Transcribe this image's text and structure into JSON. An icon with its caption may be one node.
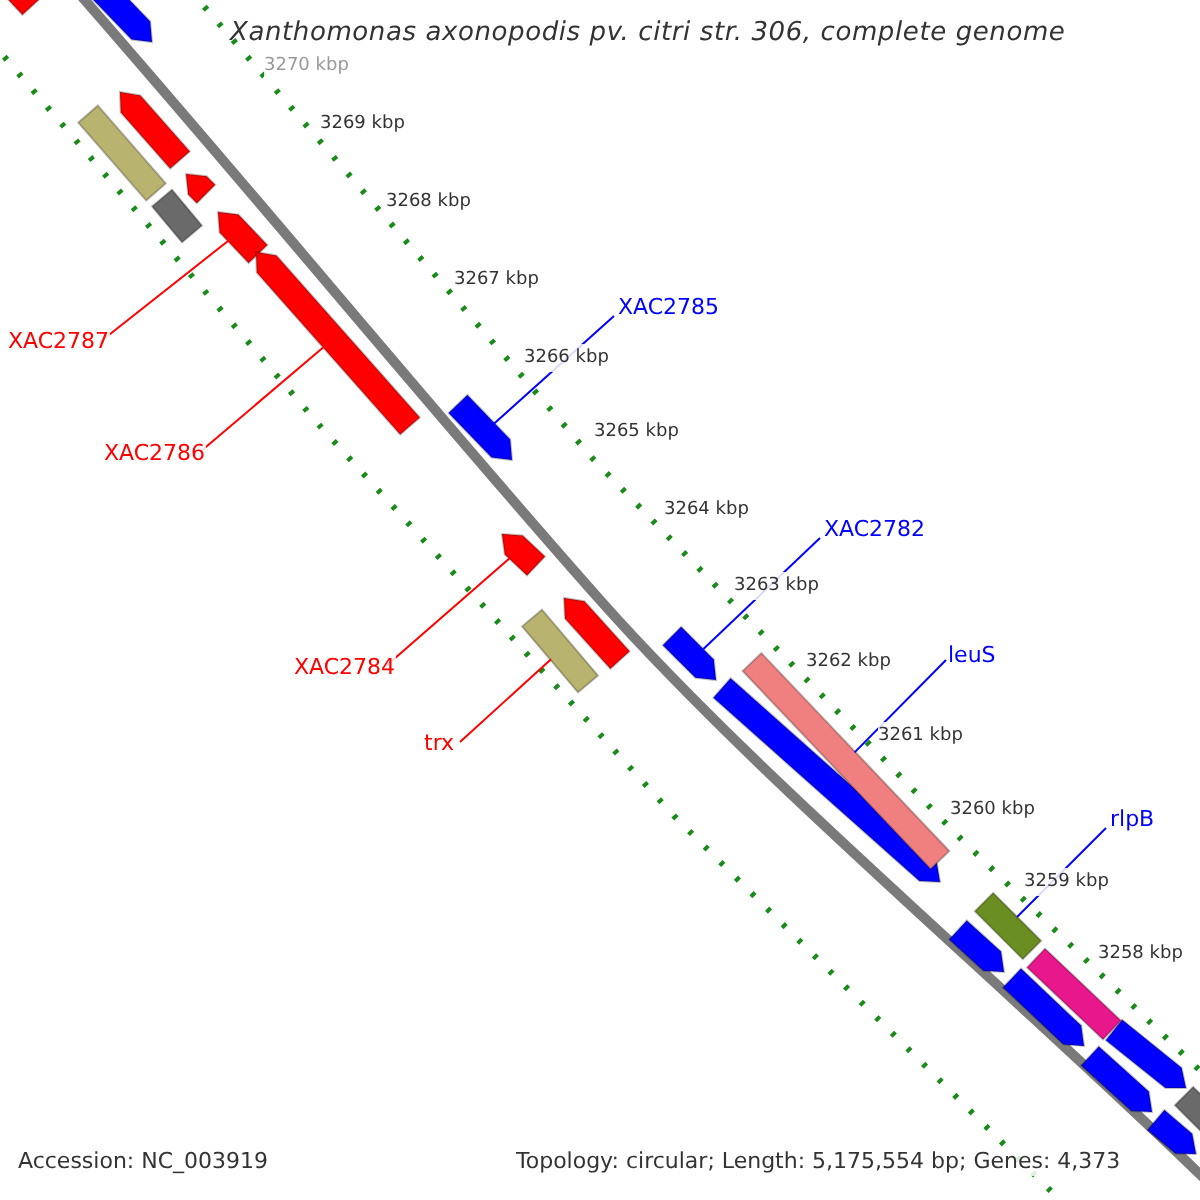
{
  "diagram": {
    "title": "Xanthomonas axonopodis pv. citri str. 306, complete genome",
    "nodes": [
      {
        "text": [],
        "shape": "pentagon"
      },
      {
        "text": [],
        "shape": "pentagon"
      },
      {
        "text": [],
        "shape": "pentagon"
      },
      {
        "text": [],
        "shape": "bar"
      },
      {
        "text": [],
        "shape": "pentagon"
      },
      {
        "text": [],
        "shape": "bar"
      },
      {
        "text": [],
        "shape": "pentagon"
      },
      {
        "text": [],
        "shape": "pentagon"
      },
      {
        "text": [],
        "shape": "pentagon"
      },
      {
        "text": [],
        "shape": "pentagon"
      },
      {
        "text": [],
        "shape": "pentagon"
      },
      {
        "text": [],
        "shape": "bar"
      },
      {
        "text": [],
        "shape": "pentagon"
      },
      {
        "text": [],
        "shape": "pentagon"
      },
      {
        "text": [],
        "shape": "bar"
      },
      {
        "text": [],
        "shape": "bar"
      },
      {
        "text": [],
        "shape": "pentagon"
      },
      {
        "text": [],
        "shape": "bar"
      },
      {
        "text": [],
        "shape": "pentagon"
      },
      {
        "text": [],
        "shape": "pentagon"
      },
      {
        "text": [],
        "shape": "pentagon"
      },
      {
        "text": [],
        "shape": "bar"
      },
      {
        "text": [],
        "shape": "pentagon"
      },
      {
        "text": [
          "XAC2785"
        ]
      },
      {
        "text": [
          "XAC2787"
        ]
      },
      {
        "text": [
          "XAC2786"
        ]
      },
      {
        "text": [
          "XAC2782"
        ]
      },
      {
        "text": [
          "leuS"
        ]
      },
      {
        "text": [
          "XAC2784"
        ]
      },
      {
        "text": [
          "trx"
        ]
      },
      {
        "text": [
          "rlpB"
        ]
      }
    ],
    "edges": [
      {
        "from": 23,
        "to": 8,
        "arrow": "none"
      },
      {
        "from": 24,
        "to": 6,
        "arrow": "none",
        "color": "#ff0000"
      },
      {
        "from": 25,
        "to": 7,
        "arrow": "none",
        "color": "#ff0000"
      },
      {
        "from": 26,
        "to": 12,
        "arrow": "none"
      },
      {
        "from": 27,
        "to": 14,
        "arrow": "none"
      },
      {
        "from": 28,
        "to": 9,
        "arrow": "none",
        "color": "#ff0000"
      },
      {
        "from": 29,
        "to": 11,
        "arrow": "none",
        "color": "#ff0000"
      },
      {
        "from": 30,
        "to": 15,
        "arrow": "none"
      }
    ],
    "labels": [
      "3270 kbp",
      "3269 kbp",
      "3268 kbp",
      "3267 kbp",
      "3266 kbp",
      "3265 kbp",
      "3264 kbp",
      "3263 kbp",
      "3262 kbp",
      "3261 kbp",
      "3260 kbp",
      "3259 kbp",
      "3258 kbp",
      "Accession: NC_003919",
      "Topology: circular; Length: 5,175,554 bp; Genes: 4,373"
    ]
  }
}
